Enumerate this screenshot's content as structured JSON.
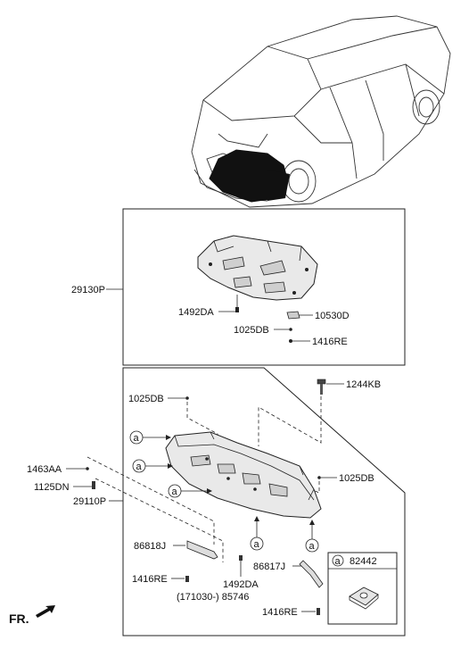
{
  "labels": {
    "p29130P": "29130P",
    "p1492DA_top": "1492DA",
    "p10530D": "10530D",
    "p1025DB_top": "1025DB",
    "p1416RE_top": "1416RE",
    "p1244KB": "1244KB",
    "p1025DB_left": "1025DB",
    "p1025DB_right": "1025DB",
    "p1463AA": "1463AA",
    "p1125DN": "1125DN",
    "p29110P": "29110P",
    "p86818J": "86818J",
    "p86817J": "86817J",
    "p1416RE_left": "1416RE",
    "p1492DA_bottom": "1492DA",
    "p85746": "(171030-) 85746",
    "p1416RE_right": "1416RE",
    "p82442": "82442",
    "callout_a": "a",
    "front_marker": "FR."
  }
}
